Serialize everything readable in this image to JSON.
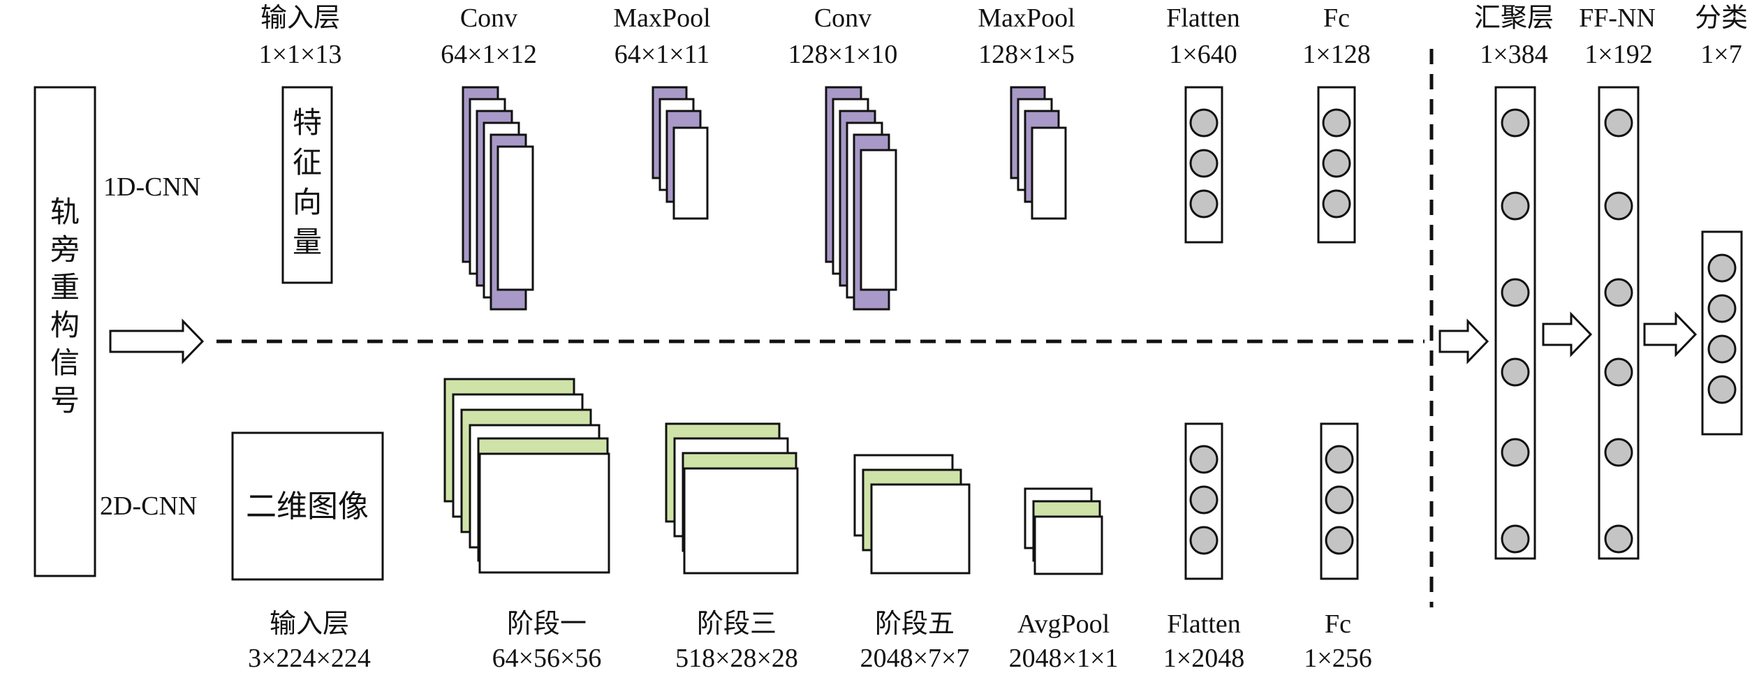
{
  "signal_box": {
    "chars": [
      "轨",
      "旁",
      "重",
      "构",
      "信",
      "号"
    ]
  },
  "branches": {
    "cnn1d_label": "1D-CNN",
    "cnn2d_label": "2D-CNN"
  },
  "top_row": {
    "input_layer": {
      "name": "输入层",
      "dims": "1×1×13",
      "box_chars": [
        "特",
        "征",
        "向",
        "量"
      ]
    },
    "conv1": {
      "name": "Conv",
      "dims": "64×1×12"
    },
    "maxpool1": {
      "name": "MaxPool",
      "dims": "64×1×11"
    },
    "conv2": {
      "name": "Conv",
      "dims": "128×1×10"
    },
    "maxpool2": {
      "name": "MaxPool",
      "dims": "128×1×5"
    },
    "flatten": {
      "name": "Flatten",
      "dims": "1×640"
    },
    "fc": {
      "name": "Fc",
      "dims": "1×128"
    }
  },
  "bottom_row": {
    "input_layer": {
      "name": "输入层",
      "dims": "3×224×224",
      "box_text": "二维图像"
    },
    "stage1": {
      "name": "阶段一",
      "dims": "64×56×56"
    },
    "stage3": {
      "name": "阶段三",
      "dims": "518×28×28"
    },
    "stage5": {
      "name": "阶段五",
      "dims": "2048×7×7"
    },
    "avgpool": {
      "name": "AvgPool",
      "dims": "2048×1×1"
    },
    "flatten": {
      "name": "Flatten",
      "dims": "1×2048"
    },
    "fc": {
      "name": "Fc",
      "dims": "1×256"
    }
  },
  "fusion": {
    "aggregation": {
      "name": "汇聚层",
      "dims": "1×384"
    },
    "ffnn": {
      "name": "FF-NN",
      "dims": "1×192"
    },
    "classify": {
      "name": "分类",
      "dims": "1×7"
    }
  },
  "colors": {
    "purple_fill": "#a899c8",
    "green_fill": "#cfe3a8",
    "node_fill": "#c4c4c4",
    "line": "#111111"
  }
}
